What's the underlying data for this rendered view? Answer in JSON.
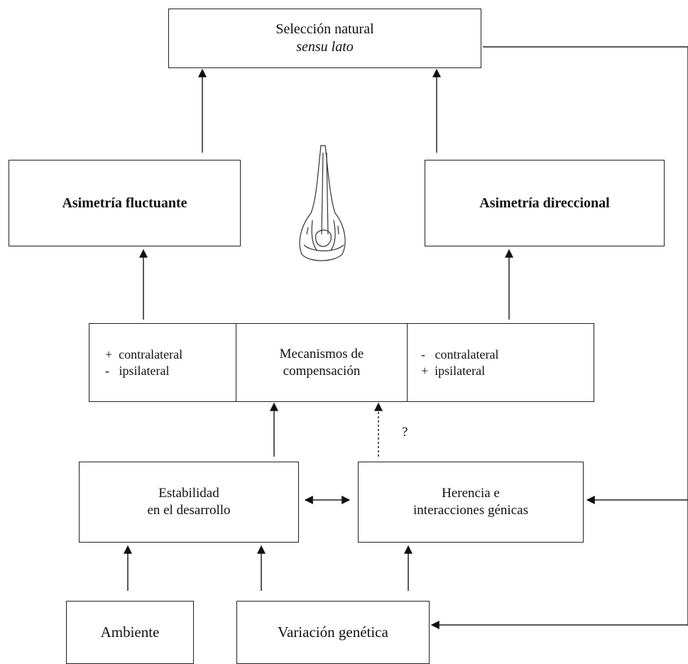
{
  "nodes": {
    "seleccion": {
      "line1": "Selección natural",
      "line2": "sensu lato"
    },
    "asim_fluctuante": {
      "label": "Asimetría fluctuante"
    },
    "asim_direccional": {
      "label": "Asimetría direccional"
    },
    "compensacion": {
      "left_line1": "+  contralateral",
      "left_line2": "-   ipsilateral",
      "mid_line1": "Mecanismos de",
      "mid_line2": "compensación",
      "right_line1": "-   contralateral",
      "right_line2": "+  ipsilateral"
    },
    "estabilidad": {
      "line1": "Estabilidad",
      "line2": "en el desarrollo"
    },
    "herencia": {
      "line1": "Herencia e",
      "line2": "interacciones génicas"
    },
    "ambiente": {
      "label": "Ambiente"
    },
    "variacion": {
      "label": "Variación genética"
    }
  },
  "question_mark": "?"
}
